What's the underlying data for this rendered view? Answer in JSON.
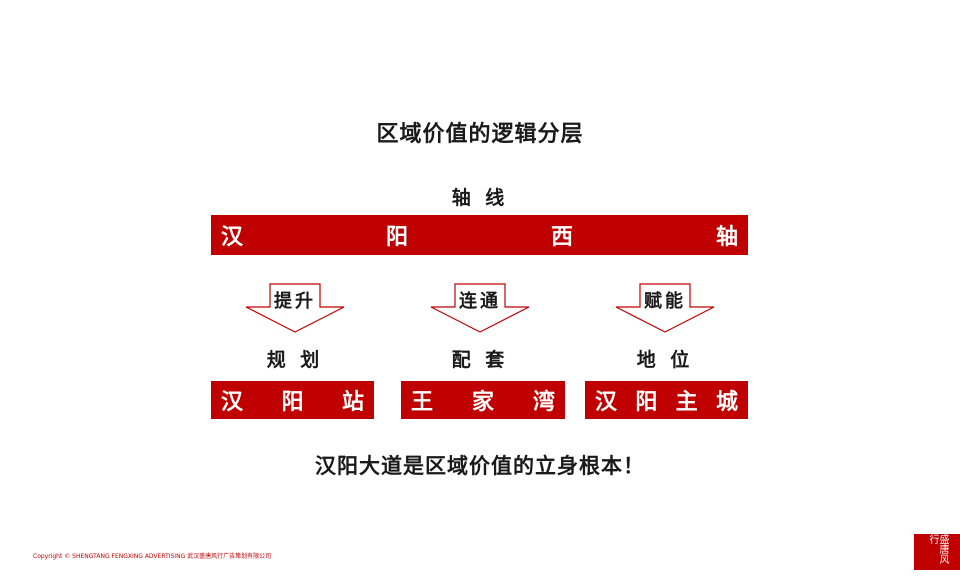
{
  "title": "区域价值的逻辑分层",
  "axis_label": "轴 线",
  "axis_bar": [
    "汉",
    "阳",
    "西",
    "轴"
  ],
  "columns": [
    {
      "arrow_text": "提升",
      "label": "规 划",
      "bar": [
        "汉",
        "阳",
        "站"
      ]
    },
    {
      "arrow_text": "连通",
      "label": "配 套",
      "bar": [
        "王",
        "家",
        "湾"
      ]
    },
    {
      "arrow_text": "赋能",
      "label": "地 位",
      "bar": [
        "汉",
        "阳",
        "主",
        "城"
      ]
    }
  ],
  "conclusion": "汉阳大道是区域价值的立身根本！",
  "footer": "Copyright © SHENGTANG FENGXING ADVERTISING  武汉盛唐风行广告策划有限公司",
  "logo_text": "盛唐风行",
  "colors": {
    "accent": "#c00000",
    "text": "#1a1a1a",
    "background": "#ffffff"
  }
}
